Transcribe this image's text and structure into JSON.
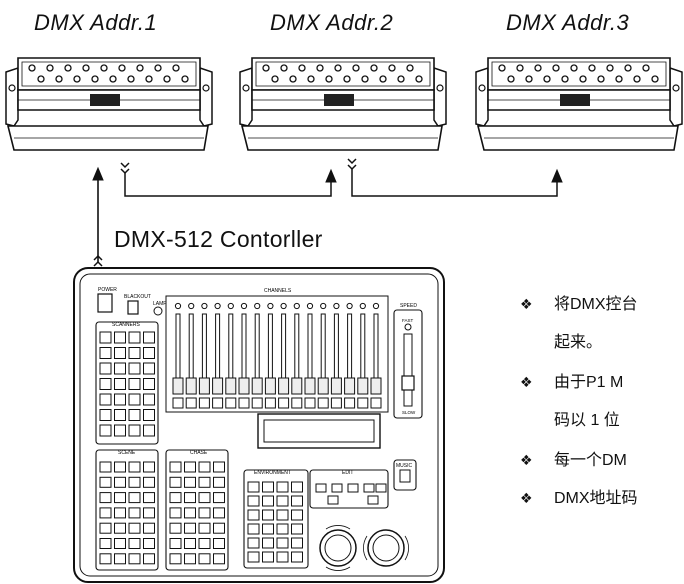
{
  "fixtures": [
    {
      "label": "DMX Addr.1"
    },
    {
      "label": "DMX Addr.2"
    },
    {
      "label": "DMX Addr.3"
    }
  ],
  "controller": {
    "title": "DMX-512 Contorller",
    "labels": {
      "power": "POWER",
      "blackout": "BLACKOUT",
      "lamp": "LAMP",
      "scanners": "SCANNERS",
      "channels": "CHANNELS",
      "speed": "SPEED",
      "fast": "FAST",
      "slow": "SLOW",
      "scene": "SCENE",
      "chase": "CHASE",
      "environment": "ENVIRONMENT",
      "edit": "EDIT",
      "music": "MUSIC"
    }
  },
  "notes": [
    {
      "mark": "❖",
      "text": "将DMX控台"
    },
    {
      "mark": "",
      "text": "起来。"
    },
    {
      "mark": "❖",
      "text": "由于P1  M"
    },
    {
      "mark": "",
      "text": "码以  1  位"
    },
    {
      "mark": "❖",
      "text": "每一个DM"
    },
    {
      "mark": "❖",
      "text": "DMX地址码"
    }
  ]
}
